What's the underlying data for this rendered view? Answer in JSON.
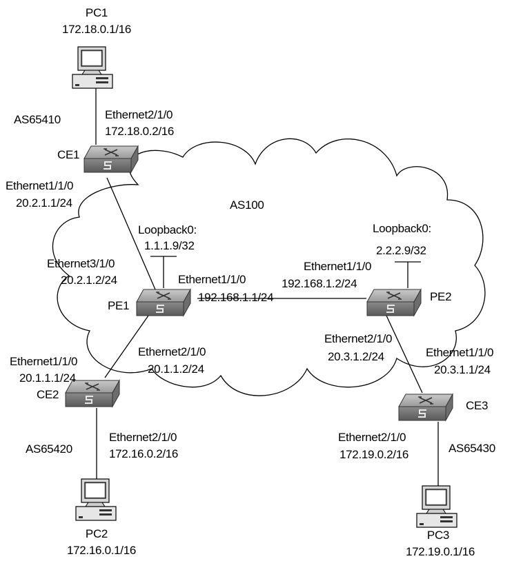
{
  "cloud_label": "AS100",
  "as_labels": {
    "ce1_as": "AS65410",
    "ce2_as": "AS65420",
    "ce3_as": "AS65430"
  },
  "devices": {
    "pc1": {
      "name": "PC1",
      "ip": "172.18.0.1/16"
    },
    "pc2": {
      "name": "PC2",
      "ip": "172.16.0.1/16"
    },
    "pc3": {
      "name": "PC3",
      "ip": "172.19.0.1/16"
    },
    "ce1": {
      "name": "CE1"
    },
    "ce2": {
      "name": "CE2"
    },
    "ce3": {
      "name": "CE3"
    },
    "pe1": {
      "name": "PE1"
    },
    "pe2": {
      "name": "PE2"
    }
  },
  "interfaces": {
    "ce1_e2": {
      "name": "Ethernet2/1/0",
      "ip": "172.18.0.2/16"
    },
    "ce1_e1": {
      "name": "Ethernet1/1/0",
      "ip": "20.2.1.1/24"
    },
    "pe1_e3": {
      "name": "Ethernet3/1/0",
      "ip": "20.2.1.2/24"
    },
    "pe1_e1": {
      "name": "Ethernet1/1/0",
      "ip": "192.168.1.1/24"
    },
    "pe1_e2": {
      "name": "Ethernet2/1/0",
      "ip": "20.1.1.2/24"
    },
    "ce2_e1": {
      "name": "Ethernet1/1/0",
      "ip": "20.1.1.1/24"
    },
    "ce2_e2": {
      "name": "Ethernet2/1/0",
      "ip": "172.16.0.2/16"
    },
    "pe2_e1": {
      "name": "Ethernet1/1/0",
      "ip": "192.168.1.2/24"
    },
    "pe2_e2": {
      "name": "Ethernet2/1/0",
      "ip": "20.3.1.2/24"
    },
    "ce3_e1": {
      "name": "Ethernet1/1/0",
      "ip": "20.3.1.1/24"
    },
    "ce3_e2": {
      "name": "Ethernet2/1/0",
      "ip": "172.19.0.2/16"
    }
  },
  "loopbacks": {
    "pe1": {
      "name": "Loopback0:",
      "ip": "1.1.1.9/32"
    },
    "pe2": {
      "name": "Loopback0:",
      "ip": "2.2.2.9/32"
    }
  }
}
